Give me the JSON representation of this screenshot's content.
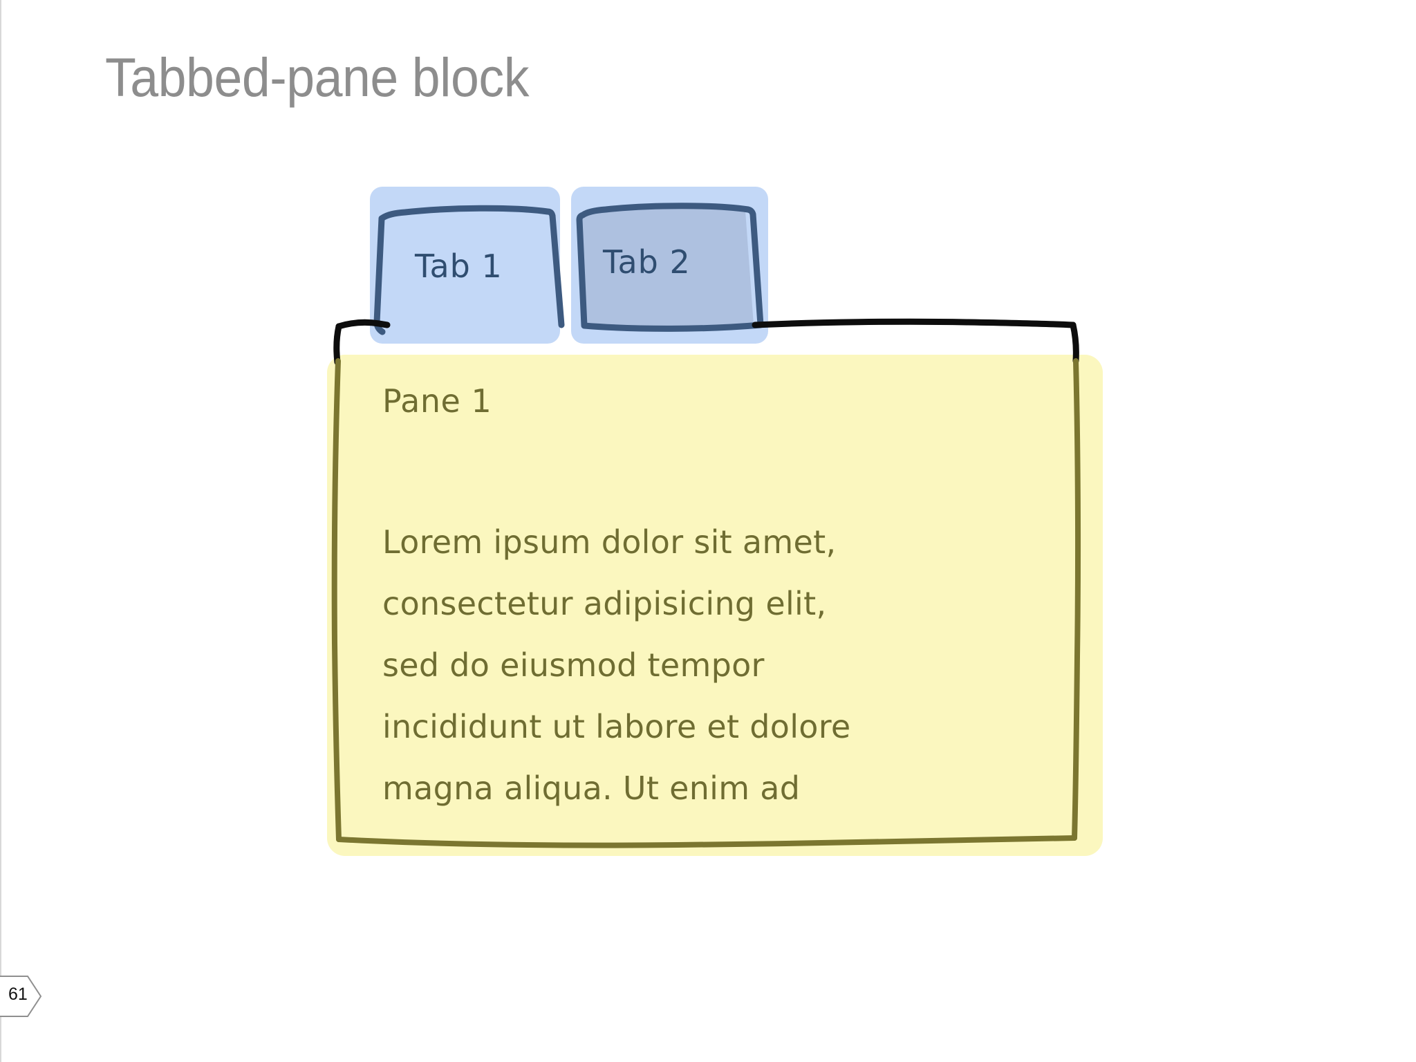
{
  "slide": {
    "title": "Tabbed-pane block",
    "number": "61",
    "background_color": "#ffffff",
    "title_color": "#8d8d8d"
  },
  "tabbed_pane": {
    "tabs": [
      {
        "label": "Tab 1",
        "state": "selected",
        "highlight_color": "#c3d8f7",
        "fill_color": "#c3d8f7",
        "stroke_color": "#3d5a80",
        "text_color": "#2f4d70"
      },
      {
        "label": "Tab 2",
        "state": "unselected",
        "highlight_color": "#c3d8f7",
        "fill_color": "#aec1e0",
        "stroke_color": "#3d5a80",
        "text_color": "#2f4d70"
      }
    ],
    "frame_color": "#111111",
    "pane": {
      "heading": "Pane 1",
      "highlight_color": "#fbf7bf",
      "fill_color": "#fbf7bf",
      "border_color": "#7b7630",
      "text_color": "#6f6d32",
      "body_lines": [
        "Lorem ipsum dolor sit amet,",
        "consectetur adipisicing elit,",
        "sed do eiusmod tempor",
        "incididunt ut labore et dolore",
        "magna aliqua. Ut enim ad"
      ],
      "body_text": "Lorem ipsum dolor sit amet, consectetur adipisicing elit, sed do eiusmod tempor incididunt ut labore et dolore magna aliqua. Ut enim ad"
    }
  }
}
